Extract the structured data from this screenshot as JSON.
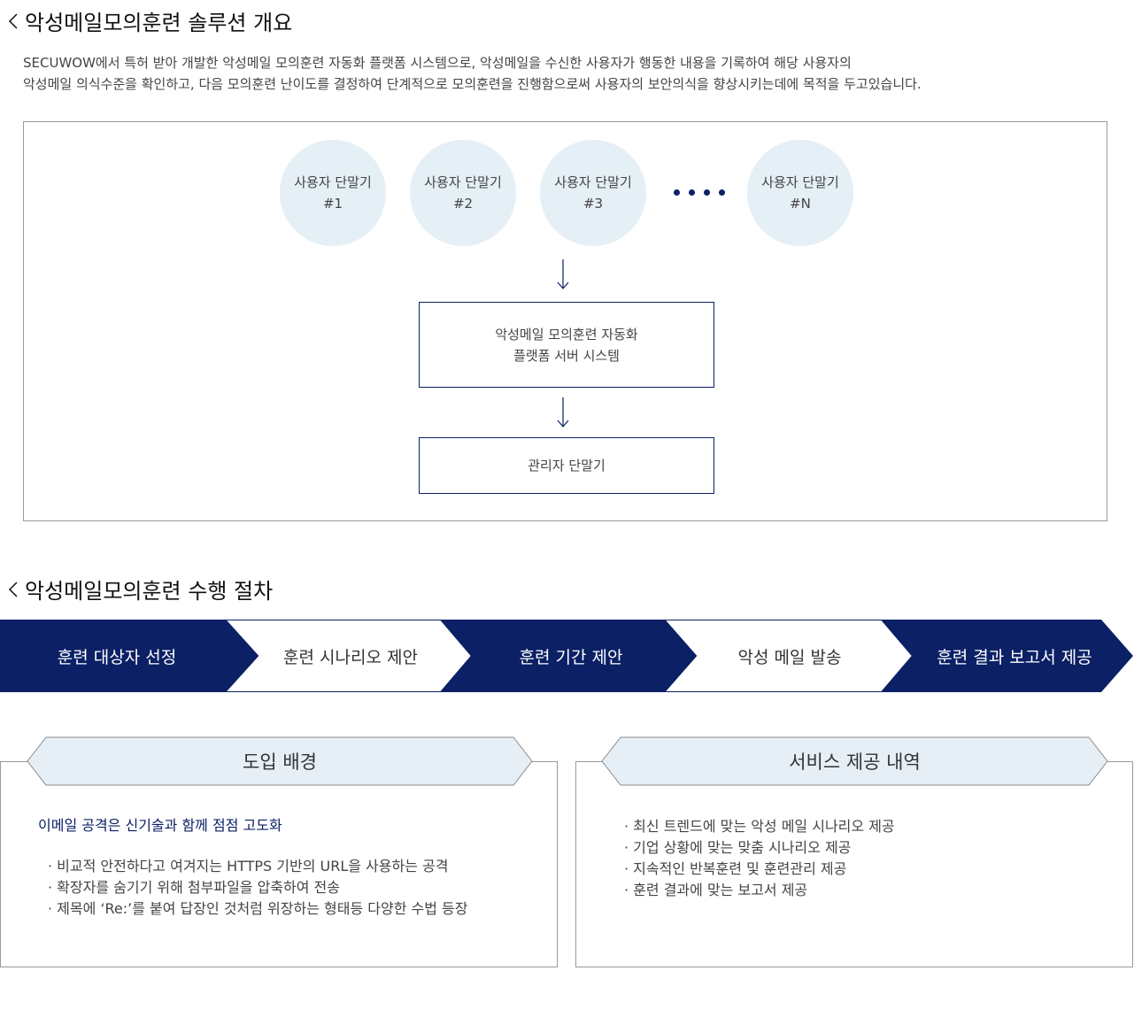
{
  "overview": {
    "title": "악성메일모의훈련 솔루션 개요",
    "intro_line1": "SECUWOW에서 특허 받아 개발한 악성메일 모의훈련 자동화 플랫폼 시스템으로, 악성메일을 수신한 사용자가 행동한 내용을 기록하여 해당 사용자의",
    "intro_line2": "악성메일 의식수준을 확인하고, 다음 모의훈련 난이도를 결정하여 단계적으로 모의훈련을 진행함으로써 사용자의 보안의식을 향상시키는데에 목적을 두고있습니다."
  },
  "diagram": {
    "terminals": [
      {
        "name": "사용자 단말기",
        "id": "#1"
      },
      {
        "name": "사용자 단말기",
        "id": "#2"
      },
      {
        "name": "사용자 단말기",
        "id": "#3"
      },
      {
        "name": "사용자 단말기",
        "id": "#N"
      }
    ],
    "server_line1": "악성메일 모의훈련 자동화",
    "server_line2": "플랫폼 서버 시스템",
    "admin": "관리자 단말기"
  },
  "procedure": {
    "title": "악성메일모의훈련 수행 절차",
    "steps": [
      "훈련 대상자 선정",
      "훈련 시나리오 제안",
      "훈련 기간 제안",
      "악성 메일 발송",
      "훈련 결과 보고서 제공"
    ]
  },
  "background": {
    "title": "도입 배경",
    "highlight": "이메일 공격은 신기술과 함께 점점 고도화",
    "items": [
      "비교적 안전하다고 여겨지는 HTTPS 기반의 URL을 사용하는 공격",
      "확장자를 숨기기 위해 첨부파일을 압축하여 전송",
      "제목에 ‘Re:’를 붙여 답장인 것처럼 위장하는 형태등 다양한 수법 등장"
    ]
  },
  "services": {
    "title": "서비스 제공 내역",
    "items": [
      "최신 트렌드에 맞는 악성 메일 시나리오 제공",
      "기업 상황에 맞는 맞춤 시나리오 제공",
      "지속적인 반복훈련 및 훈련관리 제공",
      "훈련 결과에 맞는 보고서 제공"
    ]
  },
  "colors": {
    "navy": "#0b2065",
    "circle": "#e5eff6",
    "panel_head": "#e6eff6"
  }
}
